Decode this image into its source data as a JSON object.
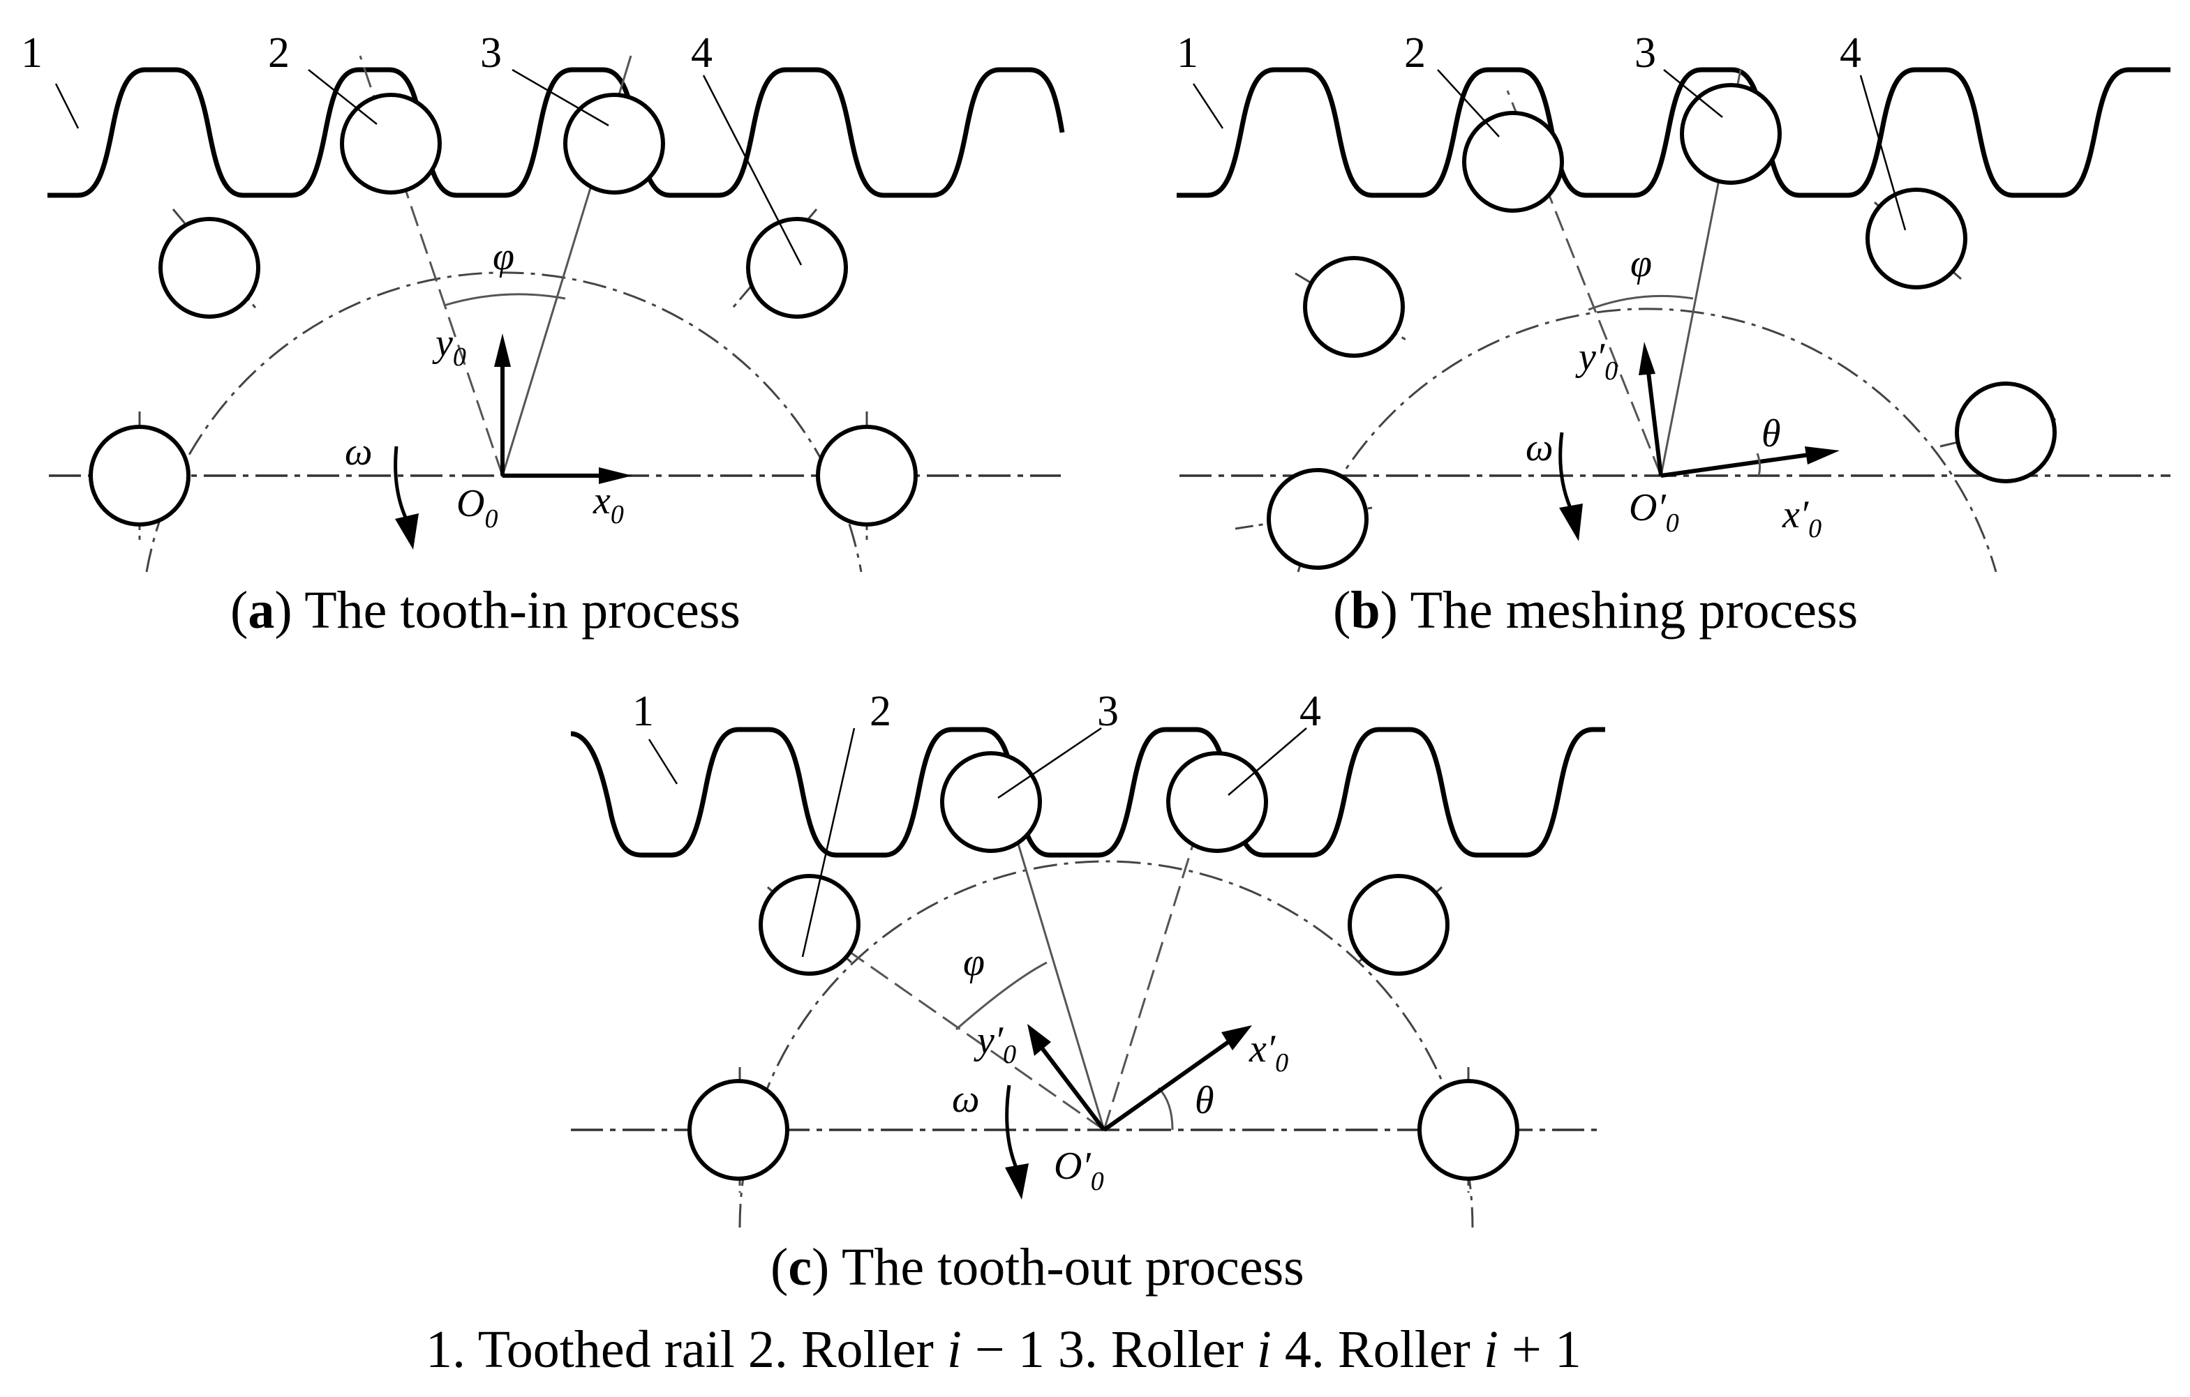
{
  "panel_a": {
    "caption_letter": "a",
    "caption_text": " The tooth-in process",
    "callouts": [
      "1",
      "2",
      "3",
      "4"
    ],
    "phi": "φ",
    "omega": "ω",
    "y_axis": "y",
    "y_sub": "0",
    "x_axis": "x",
    "x_sub": "0",
    "origin": "O",
    "origin_sub": "0"
  },
  "panel_b": {
    "caption_letter": "b",
    "caption_text": " The meshing process",
    "callouts": [
      "1",
      "2",
      "3",
      "4"
    ],
    "phi": "φ",
    "omega": "ω",
    "theta": "θ",
    "y_axis": "y′",
    "y_sub": "0",
    "x_axis": "x′",
    "x_sub": "0",
    "origin": "O′",
    "origin_sub": "0"
  },
  "panel_c": {
    "caption_letter": "c",
    "caption_text": " The tooth-out process",
    "callouts": [
      "1",
      "2",
      "3",
      "4"
    ],
    "phi": "φ",
    "omega": "ω",
    "theta": "θ",
    "y_axis": "y′",
    "y_sub": "0",
    "x_axis": "x′",
    "x_sub": "0",
    "origin": "O′",
    "origin_sub": "0"
  },
  "legend": {
    "item1": "1. Toothed rail 2. Roller ",
    "i1": "i",
    "item2": " − 1 3. Roller ",
    "i2": "i",
    "item3": " 4. Roller ",
    "i3": "i",
    "item4": " + 1"
  }
}
